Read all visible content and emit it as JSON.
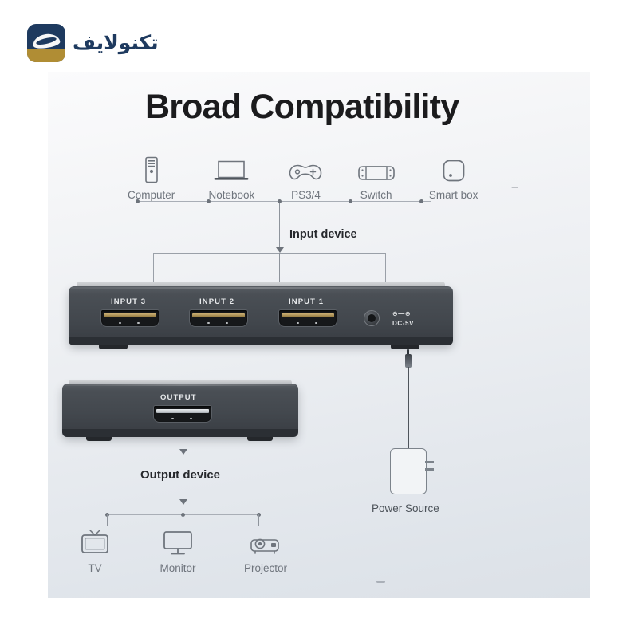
{
  "brand": {
    "wordmark": "تکنولایف",
    "navy": "#1e3a5f",
    "gold": "#b08d34"
  },
  "panel": {
    "title": "Broad Compatibility",
    "input_flow_label": "Input device",
    "output_flow_label": "Output device",
    "power_label": "Power Source"
  },
  "input_devices": [
    {
      "icon": "computer-tower-icon",
      "label": "Computer"
    },
    {
      "icon": "notebook-laptop-icon",
      "label": "Notebook"
    },
    {
      "icon": "gamepad-icon",
      "label": "PS3/4"
    },
    {
      "icon": "handheld-console-icon",
      "label": "Switch"
    },
    {
      "icon": "smart-box-icon",
      "label": "Smart box"
    },
    {
      "icon": "ellipsis-dash-icon",
      "label": "–"
    }
  ],
  "output_devices": [
    {
      "icon": "tv-icon",
      "label": "TV"
    },
    {
      "icon": "monitor-icon",
      "label": "Monitor"
    },
    {
      "icon": "projector-icon",
      "label": "Projector"
    }
  ],
  "switch_device": {
    "ports": [
      {
        "label": "INPUT 3",
        "connector": "hdmi-port",
        "finish": "gold"
      },
      {
        "label": "INPUT 2",
        "connector": "hdmi-port",
        "finish": "gold"
      },
      {
        "label": "INPUT 1",
        "connector": "hdmi-port",
        "finish": "gold"
      }
    ],
    "power_jack": {
      "icon": "dc-jack-icon",
      "polarity": "⊖—⊕",
      "rating": "DC-5V"
    }
  },
  "output_device_unit": {
    "port": {
      "label": "OUTPUT",
      "connector": "hdmi-port",
      "finish": "silver"
    }
  },
  "colors": {
    "body_dark": "#42474d",
    "panel_bg": "#e9ecf0",
    "caption_gray": "#6f757d",
    "line_gray": "#a9aeb6"
  }
}
